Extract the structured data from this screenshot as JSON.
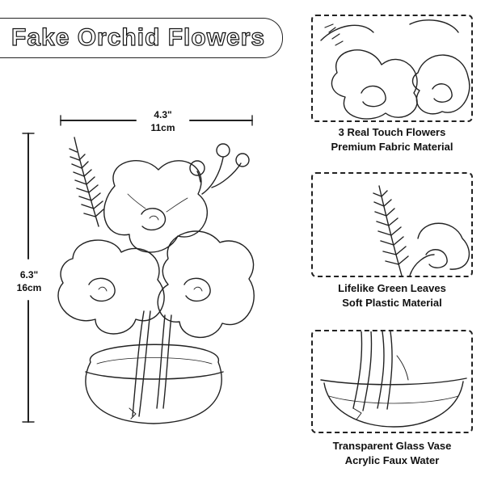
{
  "title": "Fake Orchid Flowers",
  "dimensions": {
    "width_in": "4.3\"",
    "width_cm": "11cm",
    "height_in": "6.3\"",
    "height_cm": "16cm"
  },
  "details": [
    {
      "line1": "3 Real Touch Flowers",
      "line2": "Premium Fabric Material"
    },
    {
      "line1": "Lifelike Green Leaves",
      "line2": "Soft Plastic Material"
    },
    {
      "line1": "Transparent Glass Vase",
      "line2": "Acrylic Faux Water"
    }
  ]
}
